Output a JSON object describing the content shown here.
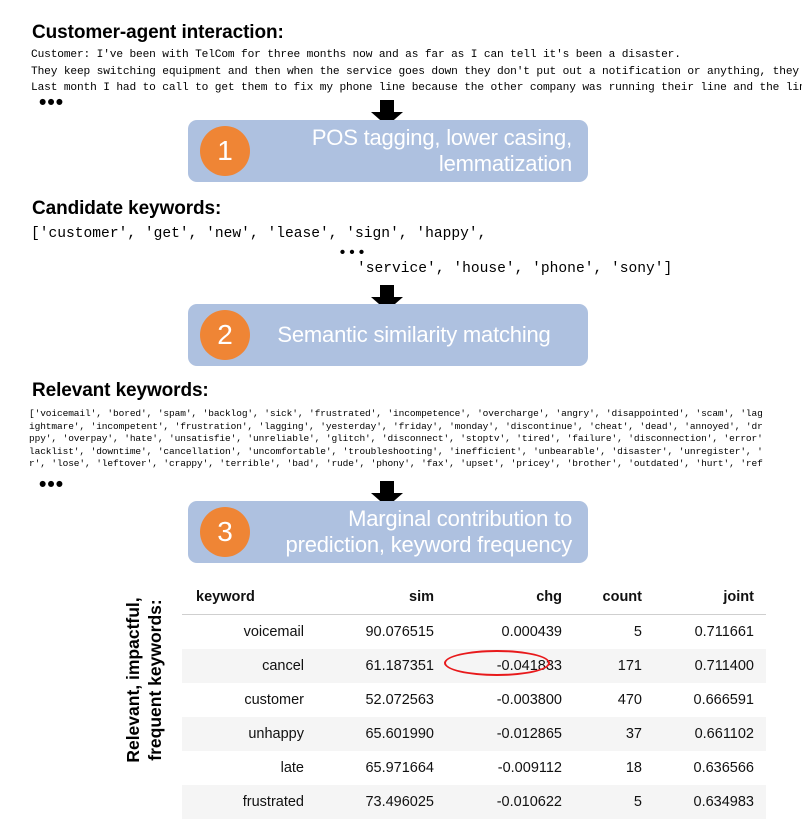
{
  "sections": {
    "interaction_heading": "Customer-agent interaction:",
    "candidate_heading": "Candidate keywords:",
    "relevant_heading": "Relevant keywords:",
    "table_caption_line1": "Relevant, impactful,",
    "table_caption_line2": "frequent keywords:"
  },
  "transcript": {
    "line1": "Customer: I've been with TelCom for three months now and as far as I can tell it's been a disaster.",
    "line2": "They keep switching equipment and then when the service goes down they don't put out a notification or anything, they just keep switching equipment.",
    "line3": "Last month I had to call to get them to fix my phone line because the other company was running their line and the line was dead.",
    "ellipsis": "•••"
  },
  "candidate_keywords": {
    "line1": "['customer', 'get', 'new', 'lease', 'sign', 'happy',",
    "ellipsis": "•••",
    "line2": "'service', 'house', 'phone', 'sony']"
  },
  "relevant_keywords": {
    "line1": "['voicemail', 'bored', 'spam', 'backlog', 'sick', 'frustrated', 'incompetence', 'overcharge', 'angry', 'disappointed', 'scam', 'lag",
    "line2": "ightmare', 'incompetent', 'frustration', 'lagging', 'yesterday', 'friday', 'monday', 'discontinue', 'cheat', 'dead', 'annoyed', 'dr",
    "line3": "ppy', 'overpay', 'hate', 'unsatisfie', 'unreliable', 'glitch', 'disconnect', 'stoptv', 'tired', 'failure', 'disconnection', 'error'",
    "line4": "lacklist', 'downtime', 'cancellation', 'uncomfortable', 'troubleshooting', 'inefficient', 'unbearable', 'disaster', 'unregister', '",
    "line5": "r', 'lose', 'leftover', 'crappy', 'terrible', 'bad', 'rude', 'phony', 'fax', 'upset', 'pricey', 'brother', 'outdated', 'hurt', 'ref",
    "ellipsis": "•••"
  },
  "steps": [
    {
      "number": "1",
      "label": "POS tagging, lower casing, lemmatization",
      "align": "right"
    },
    {
      "number": "2",
      "label": "Semantic similarity matching",
      "align": "center"
    },
    {
      "number": "3",
      "label": "Marginal contribution to prediction, keyword frequency",
      "align": "right"
    }
  ],
  "table": {
    "columns": [
      "keyword",
      "sim",
      "chg",
      "count",
      "joint"
    ],
    "rows": [
      {
        "keyword": "voicemail",
        "sim": "90.076515",
        "chg": "0.000439",
        "count": "5",
        "joint": "0.711661",
        "highlight_chg": false
      },
      {
        "keyword": "cancel",
        "sim": "61.187351",
        "chg": "-0.041833",
        "count": "171",
        "joint": "0.711400",
        "highlight_chg": true
      },
      {
        "keyword": "customer",
        "sim": "52.072563",
        "chg": "-0.003800",
        "count": "470",
        "joint": "0.666591",
        "highlight_chg": false
      },
      {
        "keyword": "unhappy",
        "sim": "65.601990",
        "chg": "-0.012865",
        "count": "37",
        "joint": "0.661102",
        "highlight_chg": false
      },
      {
        "keyword": "late",
        "sim": "65.971664",
        "chg": "-0.009112",
        "count": "18",
        "joint": "0.636566",
        "highlight_chg": false
      },
      {
        "keyword": "frustrated",
        "sim": "73.496025",
        "chg": "-0.010622",
        "count": "5",
        "joint": "0.634983",
        "highlight_chg": false
      }
    ]
  },
  "colors": {
    "box_fill": "#aec1e0",
    "circle_fill": "#ef8535",
    "highlight_stroke": "#e8191b",
    "row_alt": "#f5f5f5",
    "arrow": "#000000"
  }
}
